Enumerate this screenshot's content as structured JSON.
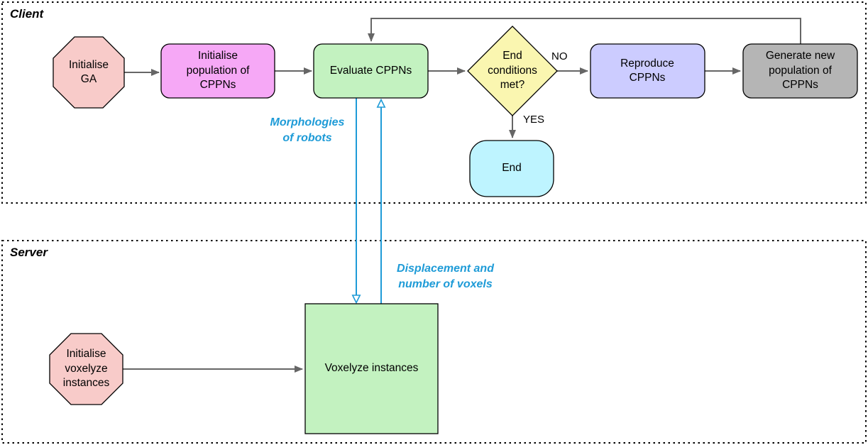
{
  "containers": {
    "client": {
      "label": "Client"
    },
    "server": {
      "label": "Server"
    }
  },
  "nodes": {
    "init_ga": {
      "label": "Initialise GA"
    },
    "init_population": {
      "label": "Initialise population of CPPNs"
    },
    "evaluate": {
      "label": "Evaluate CPPNs"
    },
    "end_conditions": {
      "label": "End conditions met?"
    },
    "reproduce": {
      "label": "Reproduce CPPNs"
    },
    "generate_new": {
      "label": "Generate new population of CPPNs"
    },
    "end": {
      "label": "End"
    },
    "init_voxelyze": {
      "label": "Initialise voxelyze instances"
    },
    "voxelyze": {
      "label": "Voxelyze instances"
    }
  },
  "edge_labels": {
    "no": "NO",
    "yes": "YES",
    "morphologies": "Morphologies of robots",
    "displacement": "Displacement and number of voxels"
  },
  "colors": {
    "octagon_pink": "#F8CBC9",
    "magenta": "#F6A8F6",
    "green": "#C3F2C0",
    "yellow": "#FAF6B0",
    "lavender": "#CCCCFF",
    "gray": "#B5B5B5",
    "cyan": "#BEF4FF",
    "border_black": "#000000",
    "arrow_gray": "#666666",
    "arrow_blue": "#1E9BD7",
    "white": "#FFFFFF"
  }
}
